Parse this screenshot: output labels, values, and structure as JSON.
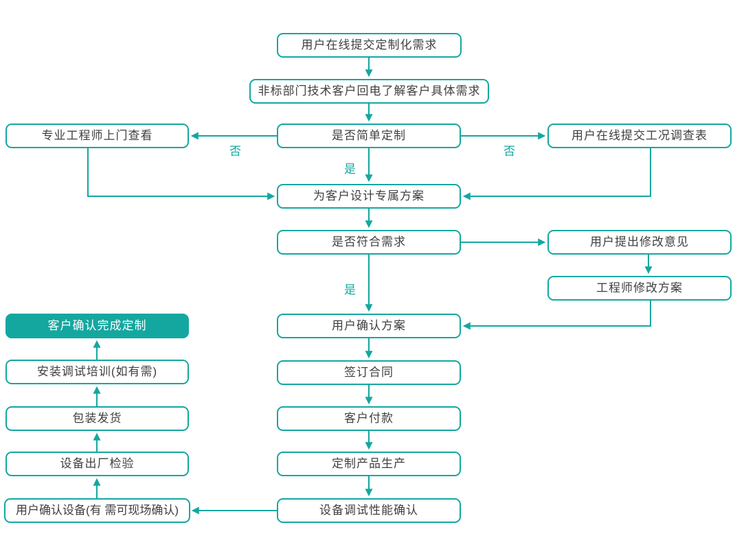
{
  "diagram": {
    "type": "flowchart",
    "accent_color": "#14A7A0",
    "text_color": "#3F3F3F",
    "nodes": {
      "submit_request": {
        "label": "用户在线提交定制化需求"
      },
      "callback": {
        "label": "非标部门技术客户回电了解客户具体需求"
      },
      "engineer_visit": {
        "label": "专业工程师上门查看"
      },
      "simple_custom": {
        "label": "是否简单定制"
      },
      "survey_form": {
        "label": "用户在线提交工况调查表"
      },
      "design_plan": {
        "label": "为客户设计专属方案"
      },
      "meets_needs": {
        "label": "是否符合需求"
      },
      "modify_feedback": {
        "label": "用户提出修改意见"
      },
      "engineer_modify": {
        "label": "工程师修改方案"
      },
      "confirm_plan": {
        "label": "用户确认方案"
      },
      "custom_done": {
        "label": "客户确认完成定制"
      },
      "install_training": {
        "label": "安装调试培训(如有需)"
      },
      "sign_contract": {
        "label": "签订合同"
      },
      "packing_shipping": {
        "label": "包装发货"
      },
      "payment": {
        "label": "客户付款"
      },
      "factory_inspection": {
        "label": "设备出厂检验"
      },
      "production": {
        "label": "定制产品生产"
      },
      "confirm_equipment": {
        "label": "用户确认设备(有 需可现场确认)"
      },
      "debug_confirm": {
        "label": "设备调试性能确认"
      }
    },
    "edge_labels": {
      "no_left": "否",
      "no_right": "否",
      "yes_design": "是",
      "yes_confirm": "是"
    }
  }
}
